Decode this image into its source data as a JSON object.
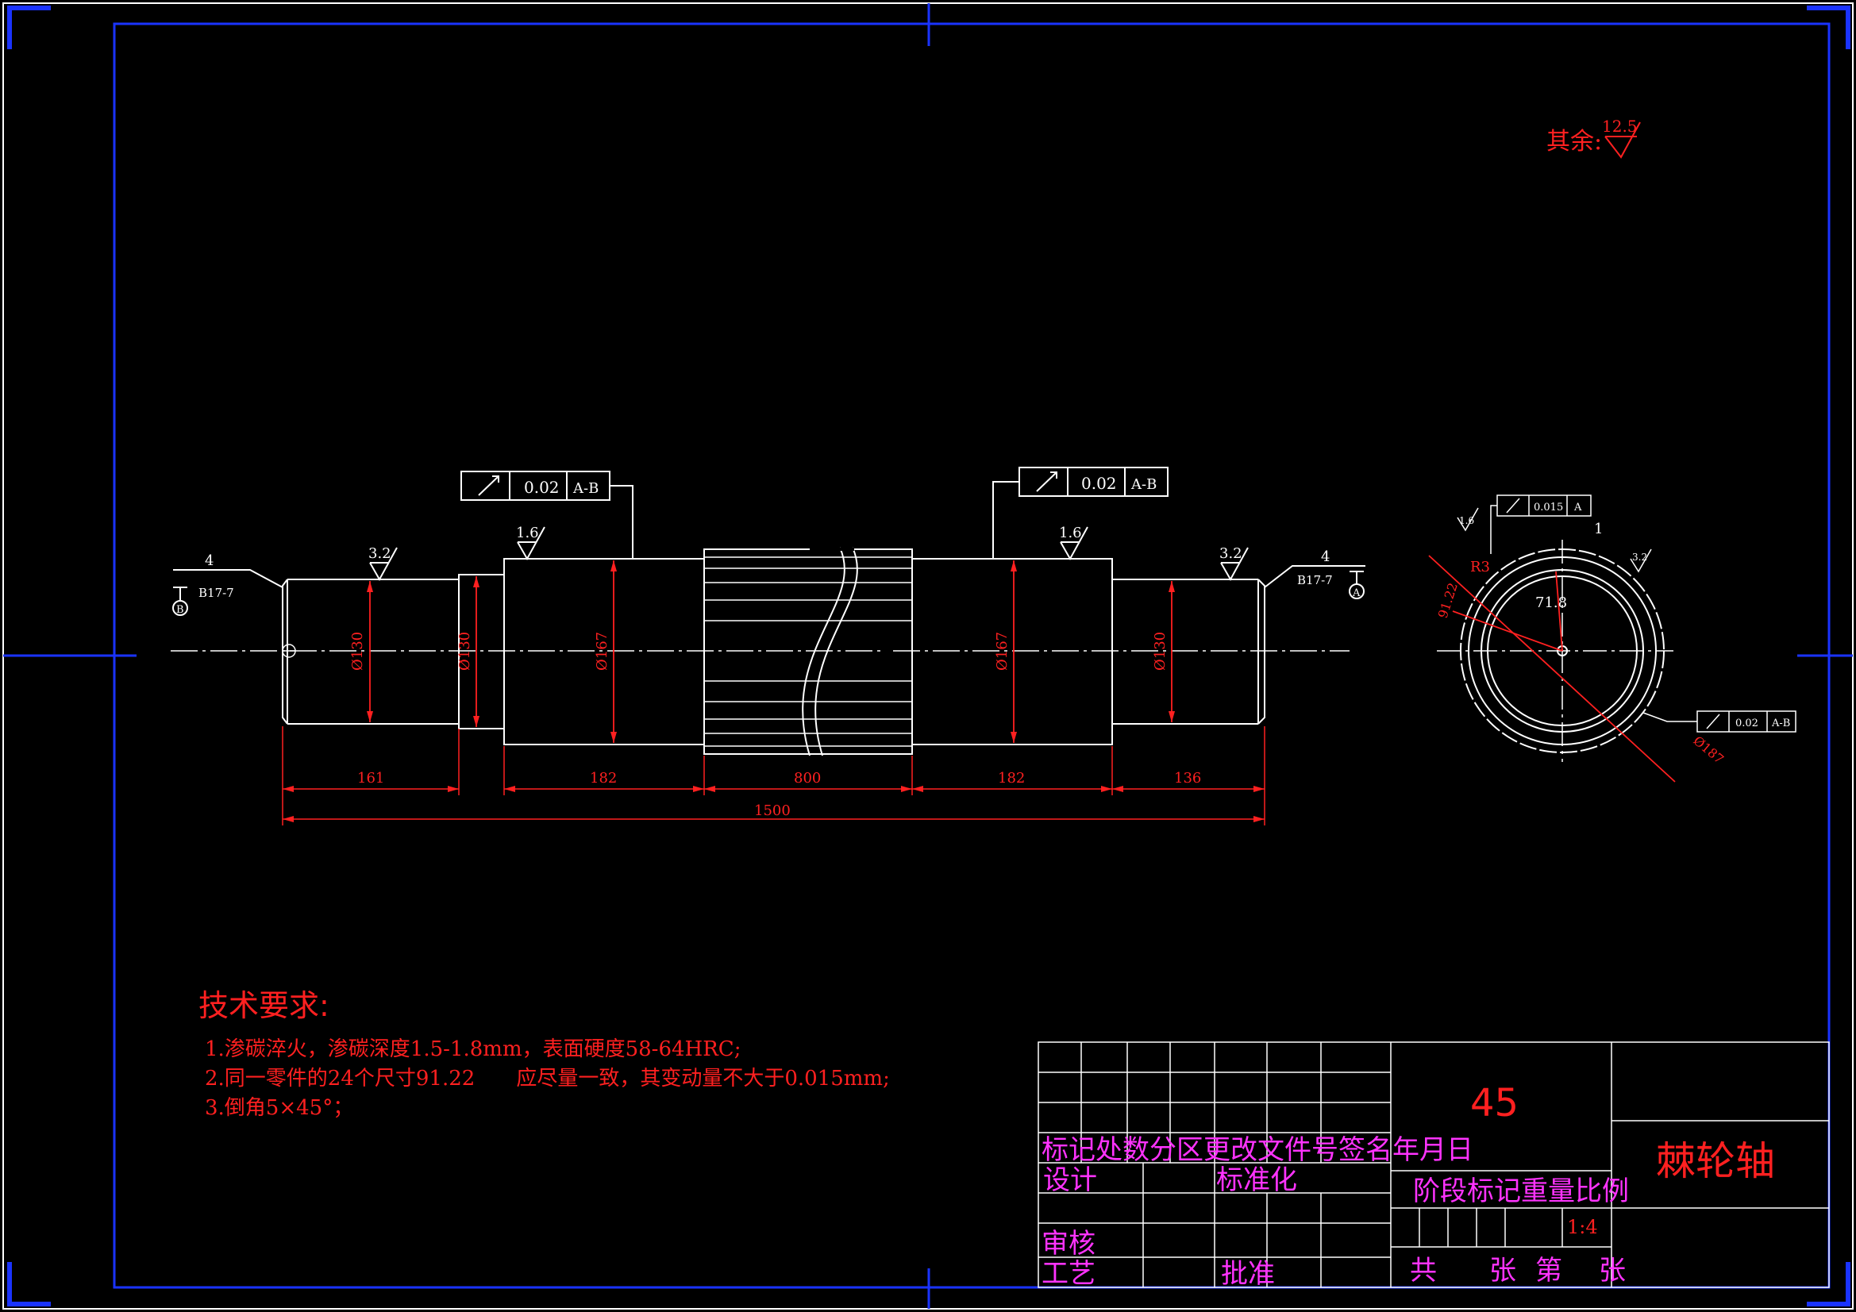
{
  "surface_note": {
    "label": "其余:",
    "value": "12.5"
  },
  "tech_req": {
    "title": "技术要求:",
    "items": [
      "1.渗碳淬火，渗碳深度1.5-1.8mm，表面硬度58-64HRC;",
      "2.同一零件的24个尺寸91.22　　应尽量一致，其变动量不大于0.015mm;",
      "3.倒角5×45°；"
    ]
  },
  "main_view": {
    "tolerance_frames": [
      {
        "value": "0.02",
        "datum": "A-B"
      },
      {
        "value": "0.02",
        "datum": "A-B"
      }
    ],
    "roughness": [
      "3.2",
      "1.6",
      "1.6",
      "3.2"
    ],
    "chamfer_labels": [
      "4",
      "4"
    ],
    "center_hole": [
      "B17-7",
      "B17-7"
    ],
    "datum_labels": [
      "B",
      "A"
    ],
    "diameters": [
      "Ø130",
      "Ø130",
      "Ø167",
      "Ø167",
      "Ø130"
    ],
    "lengths": [
      "161",
      "182",
      "800",
      "182",
      "136"
    ],
    "total_length": "1500"
  },
  "section_view": {
    "tolerance_top": {
      "value": "0.015",
      "datum": "A"
    },
    "tolerance_right": {
      "value": "0.02",
      "datum": "A-B"
    },
    "radius": "R3",
    "depth": "71.8",
    "pitch": "1",
    "roughness_top": "1.6",
    "roughness_right": "3.2",
    "dim_inner": "91.22",
    "dim_outer": "Ø187"
  },
  "title_block": {
    "material": "45",
    "part_name": "棘轮轴",
    "header_row": "标记处数分区更改文件号签名年月日",
    "design": "设计",
    "standardize": "标准化",
    "check": "审核",
    "process": "工艺",
    "approve": "批准",
    "stage_weight_scale": "阶段标记重量比例",
    "scale": "1:4",
    "sheet_total": "共",
    "sheet_unit1": "张",
    "sheet_no": "第",
    "sheet_unit2": "张"
  }
}
